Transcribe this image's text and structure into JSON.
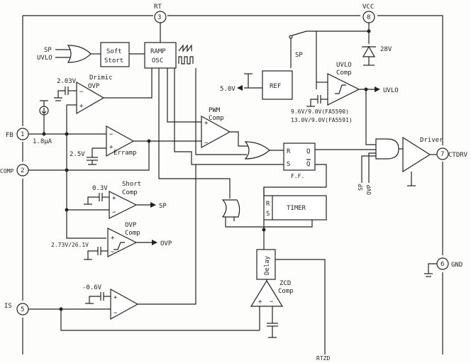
{
  "pins": {
    "rt": {
      "num": "3",
      "name": "RT"
    },
    "vcc": {
      "num": "8",
      "name": "VCC"
    },
    "fb": {
      "num": "1",
      "name": "FB"
    },
    "comp": {
      "num": "2",
      "name": "COMP"
    },
    "is": {
      "num": "5",
      "name": "IS"
    },
    "gnd": {
      "num": "6",
      "name": "GND"
    },
    "ctdrv": {
      "num": "7",
      "name": "CTDRV"
    },
    "rtzd": {
      "name": "RTZD"
    }
  },
  "blocks": {
    "soft_start": {
      "line1": "Soft",
      "line2": "Stort"
    },
    "ramp": {
      "line1": "RAMP",
      "line2": "OSC"
    },
    "ref": {
      "label": "REF"
    },
    "timer": {
      "label": "TIMER"
    },
    "delay": {
      "label": "Delay"
    },
    "ff": {
      "r": "R",
      "s": "S",
      "q": "Q",
      "qbar": "Q",
      "label": "F.F."
    },
    "timer_rs": {
      "r": "R",
      "s": "S"
    }
  },
  "signals": {
    "sp": "SP",
    "uvlo": "UVLO",
    "uvlo_out": "UVLO",
    "ref_out": "5.0V",
    "zener": "28V",
    "sp_switch": "SP",
    "sp_and": "SP",
    "ovp_and": "OVP",
    "sp_short_out": "SP",
    "ovp_out": "OVP",
    "current_source": "1.8μA"
  },
  "comparators": {
    "drimic": {
      "name": "Drimic",
      "sub": "OVP",
      "vref": "2.03V"
    },
    "erramp": {
      "name": "Erramp",
      "vref": "2.5V"
    },
    "short": {
      "name": "Short",
      "sub": "Comp",
      "vref": "0.3V"
    },
    "ovp": {
      "name": "OVP",
      "sub": "Comp",
      "vref": "2.73V/26.1V"
    },
    "is_comp": {
      "vref": "-0.6V"
    },
    "pwm": {
      "name": "PWM",
      "sub": "Comp"
    },
    "zcd": {
      "name": "ZCD",
      "sub": "Comp"
    },
    "uvlo": {
      "name": "UVLO",
      "sub": "Comp",
      "th1": "9.6V/9.0V(FA5590)",
      "th2": "13.0V/9.0V(FA5591)"
    },
    "driver": {
      "name": "Driver"
    }
  }
}
